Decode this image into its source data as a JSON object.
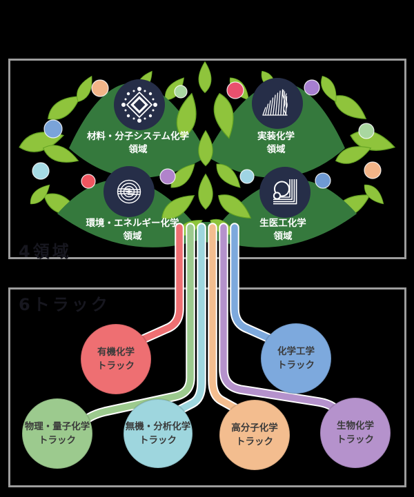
{
  "canvas": {
    "background": "#000000",
    "panel_border_color": "#9d9d9d",
    "leaf_green": "#8fc43c",
    "leaf_edge_green": "#64a323",
    "big_leaf_green": "#35793d",
    "domain_circle_navy": "#262e48"
  },
  "domains_panel": {
    "label": "4領域"
  },
  "tracks_panel": {
    "label": "6トラック"
  },
  "domains": [
    {
      "label": "材料・分子システム化学\n領域",
      "icon": "molecule-crystal-icon",
      "leaf_color": "#35793d",
      "circle_color": "#262e48",
      "text_color": "#ffffff"
    },
    {
      "label": "実装化学\n領域",
      "icon": "hatched-peak-icon",
      "leaf_color": "#35793d",
      "circle_color": "#262e48",
      "text_color": "#ffffff"
    },
    {
      "label": "環境・エネルギー化学\n領域",
      "icon": "striped-s-icon",
      "leaf_color": "#35793d",
      "circle_color": "#262e48",
      "text_color": "#ffffff"
    },
    {
      "label": "生医工化学\n領域",
      "icon": "cell-layers-icon",
      "leaf_color": "#35793d",
      "circle_color": "#262e48",
      "text_color": "#ffffff"
    }
  ],
  "tracks": [
    {
      "label": "有機化学\nトラック",
      "color": "#ee6f72"
    },
    {
      "label": "化学工学\nトラック",
      "color": "#7da9dd"
    },
    {
      "label": "物理・量子化学\nトラック",
      "color": "#9cca8e"
    },
    {
      "label": "無機・分析化学\nトラック",
      "color": "#9ed6de"
    },
    {
      "label": "高分子化学\nトラック",
      "color": "#f3bd8f"
    },
    {
      "label": "生物化学\nトラック",
      "color": "#b592cc"
    }
  ],
  "decor": {
    "dots": [
      {
        "color": "#f2b488"
      },
      {
        "color": "#a9d7a0"
      },
      {
        "color": "#7aa3d9"
      },
      {
        "color": "#a6dbe4"
      },
      {
        "color": "#ef5560"
      },
      {
        "color": "#b183cb"
      },
      {
        "color": "#e9506e"
      },
      {
        "color": "#a77fd0"
      },
      {
        "color": "#a9d7a0"
      },
      {
        "color": "#9fd4e4"
      },
      {
        "color": "#6f9ad4"
      },
      {
        "color": "#f2b488"
      }
    ]
  },
  "text_colors": {
    "panel_label": "#17171f",
    "track_label": "#3a3a3a"
  }
}
